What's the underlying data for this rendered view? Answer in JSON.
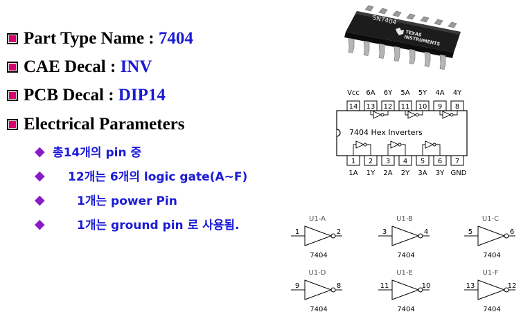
{
  "bullets": [
    {
      "label": "Part Type Name : ",
      "value": "7404"
    },
    {
      "label": "CAE Decal : ",
      "value": "INV"
    },
    {
      "label": "PCB Decal : ",
      "value": "DIP14"
    },
    {
      "label": "Electrical Parameters",
      "value": ""
    }
  ],
  "sub_bullets": [
    "총14개의 pin 중",
    "12개는 6개의 logic gate(A~F)",
    "1개는 power Pin",
    "1개는 ground pin 로 사용됨."
  ],
  "chip": {
    "part": "SN7404",
    "brand_line1": "TEXAS",
    "brand_line2": "INSTRUMENTS"
  },
  "dip": {
    "title": "7404 Hex Inverters",
    "top_labels": [
      "Vcc",
      "6A",
      "6Y",
      "5A",
      "5Y",
      "4A",
      "4Y"
    ],
    "top_pins": [
      "14",
      "13",
      "12",
      "11",
      "10",
      "9",
      "8"
    ],
    "bottom_pins": [
      "1",
      "2",
      "3",
      "4",
      "5",
      "6",
      "7"
    ],
    "bottom_labels": [
      "1A",
      "1Y",
      "2A",
      "2Y",
      "3A",
      "3Y",
      "GND"
    ]
  },
  "gates": [
    {
      "name": "U1-A",
      "in": "1",
      "out": "2",
      "part": "7404"
    },
    {
      "name": "U1-B",
      "in": "3",
      "out": "4",
      "part": "7404"
    },
    {
      "name": "U1-C",
      "in": "5",
      "out": "6",
      "part": "7404"
    },
    {
      "name": "U1-D",
      "in": "9",
      "out": "8",
      "part": "7404"
    },
    {
      "name": "U1-E",
      "in": "11",
      "out": "10",
      "part": "7404"
    },
    {
      "name": "U1-F",
      "in": "13",
      "out": "12",
      "part": "7404"
    }
  ]
}
